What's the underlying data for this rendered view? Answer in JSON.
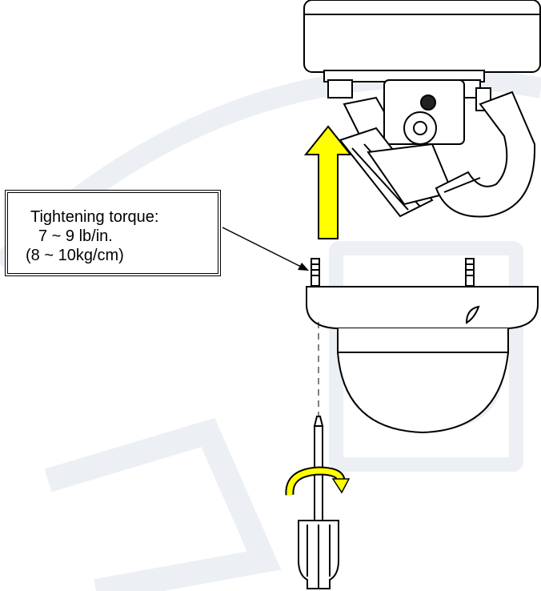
{
  "annotation": {
    "title": "Tightening torque:",
    "imperial": "7 ~ 9 lb/in.",
    "metric": "(8 ~ 10kg/cm)"
  },
  "colors": {
    "arrow_fill": "#ffff00",
    "line": "#000000",
    "watermark": "#eceff3"
  },
  "icons": [
    "up-arrow-icon",
    "rotation-arrow-icon",
    "screwdriver-icon"
  ]
}
